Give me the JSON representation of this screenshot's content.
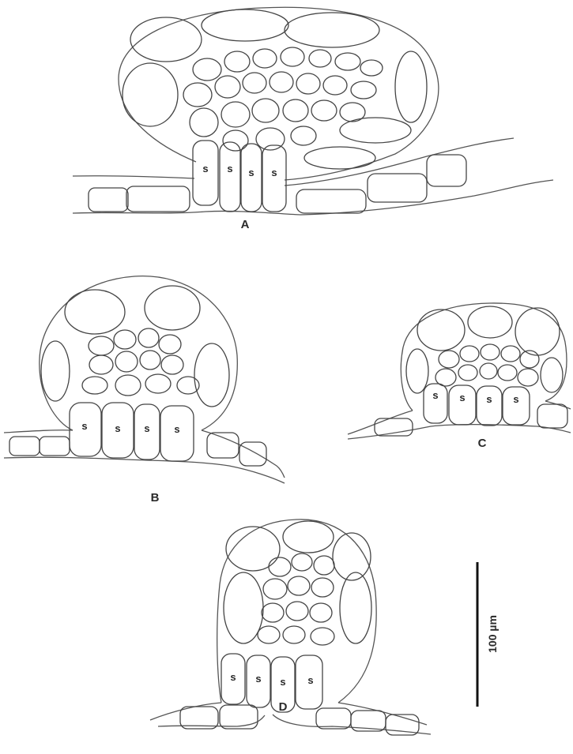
{
  "panels": {
    "a": {
      "label": "A",
      "stalk_cells": [
        "s",
        "s",
        "s",
        "s"
      ]
    },
    "b": {
      "label": "B",
      "stalk_cells": [
        "s",
        "s",
        "s",
        "s"
      ]
    },
    "c": {
      "label": "C",
      "stalk_cells": [
        "s",
        "s",
        "s",
        "s"
      ]
    },
    "d": {
      "label": "D",
      "stalk_cells": [
        "s",
        "s",
        "s",
        "s"
      ]
    }
  },
  "scale_bar": {
    "label": "100 µm"
  }
}
